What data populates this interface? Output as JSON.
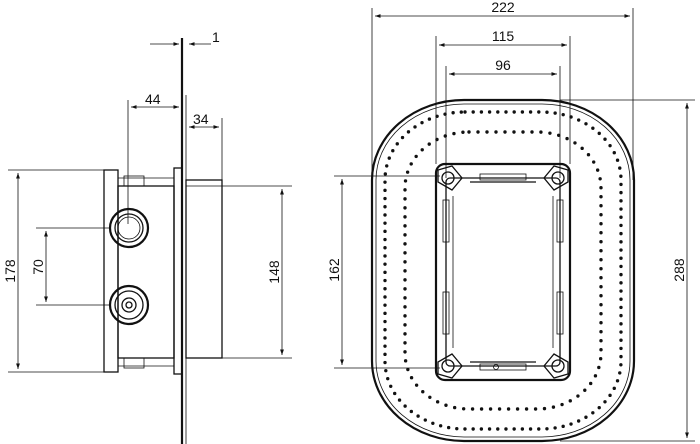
{
  "dimensions": {
    "plate_thickness": "1",
    "depth_total": "44",
    "depth_body": "34",
    "height_total": "178",
    "port_spacing": "70",
    "body_height": "148",
    "plate_width": "222",
    "mount_outer": "115",
    "mount_inner": "96",
    "mount_height": "162",
    "plate_height": "288"
  }
}
